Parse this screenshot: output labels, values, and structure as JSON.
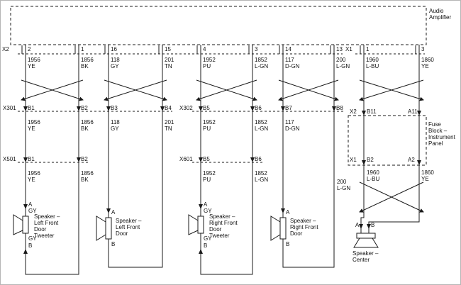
{
  "amplifier": {
    "label": "Audio\nAmplifier",
    "connector_left": "X2",
    "connector_right": "X1",
    "pins": [
      "2",
      "1",
      "16",
      "15",
      "4",
      "3",
      "14",
      "13",
      "1",
      "3"
    ]
  },
  "wires": [
    {
      "circuit": "1956",
      "color": "YE"
    },
    {
      "circuit": "1856",
      "color": "BK"
    },
    {
      "circuit": "118",
      "color": "GY"
    },
    {
      "circuit": "201",
      "color": "TN"
    },
    {
      "circuit": "1952",
      "color": "PU"
    },
    {
      "circuit": "1852",
      "color": "L-GN"
    },
    {
      "circuit": "117",
      "color": "D-GN"
    },
    {
      "circuit": "200",
      "color": "L-GN"
    },
    {
      "circuit": "1960",
      "color": "L-BU"
    },
    {
      "circuit": "1860",
      "color": "YE"
    }
  ],
  "connectors": {
    "x301": {
      "name": "X301",
      "pins": [
        "B1",
        "B2",
        "B3",
        "B4"
      ]
    },
    "x302": {
      "name": "X302",
      "pins": [
        "B5",
        "B6",
        "B7",
        "B8"
      ]
    },
    "x501": {
      "name": "X501",
      "pins": [
        "B1",
        "B2"
      ]
    },
    "x601": {
      "name": "X601",
      "pins": [
        "B5",
        "B6"
      ]
    },
    "fuse_top": {
      "name": "X2",
      "pins": [
        "B11",
        "A11"
      ]
    },
    "fuse_bottom": {
      "name": "X1",
      "pins": [
        "B2",
        "A2"
      ]
    }
  },
  "fuse_block": {
    "label": "Fuse\nBlock –\nInstrument\nPanel"
  },
  "speakers": [
    {
      "label": "Speaker –\nLeft Front\nDoor\nTweeter",
      "terminal_a": "A",
      "terminal_b": "B",
      "pigtail_color": "GY"
    },
    {
      "label": "Speaker –\nLeft Front\nDoor",
      "terminal_a": "A",
      "terminal_b": "B"
    },
    {
      "label": "Speaker –\nRight Front\nDoor\nTweeter",
      "terminal_a": "A",
      "terminal_b": "B",
      "pigtail_color": "GY"
    },
    {
      "label": "Speaker –\nRight Front\nDoor",
      "terminal_a": "A",
      "terminal_b": "B"
    },
    {
      "label": "Speaker –\nCenter",
      "terminal_a": "A",
      "terminal_b": "B"
    }
  ],
  "colors": {
    "line": "#1a1a1a",
    "background": "#ffffff"
  }
}
